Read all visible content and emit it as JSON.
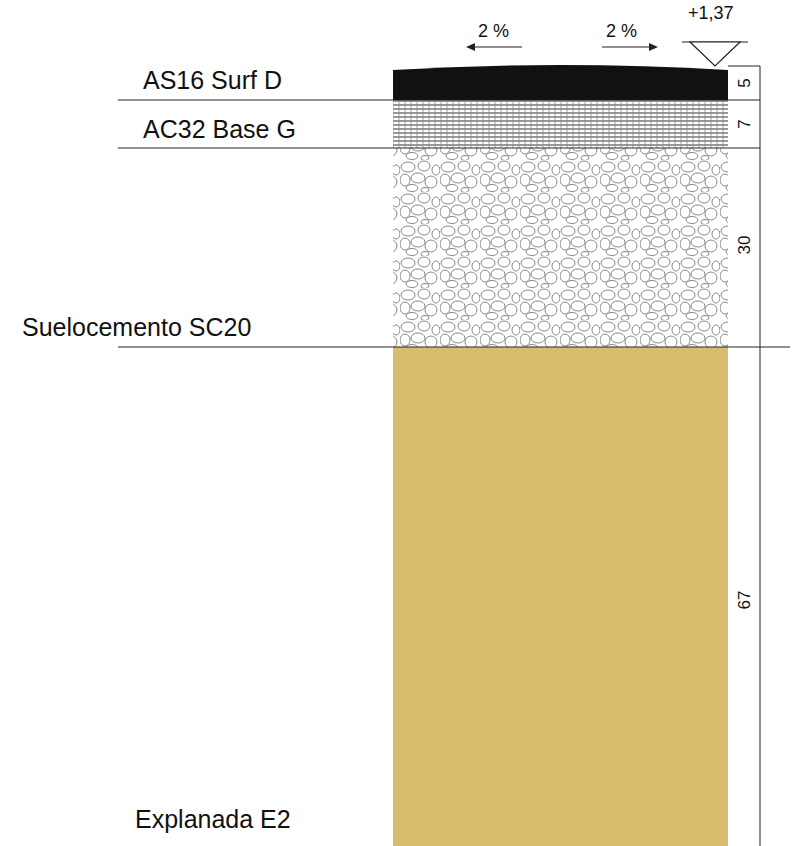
{
  "diagram": {
    "labels": [
      "AS16 Surf D",
      "AC32 Base G",
      "Suelocemento SC20",
      "Explanada E2",
      "2 %",
      "2 %",
      "+1,37",
      "5",
      "7",
      "30",
      "67"
    ]
  }
}
